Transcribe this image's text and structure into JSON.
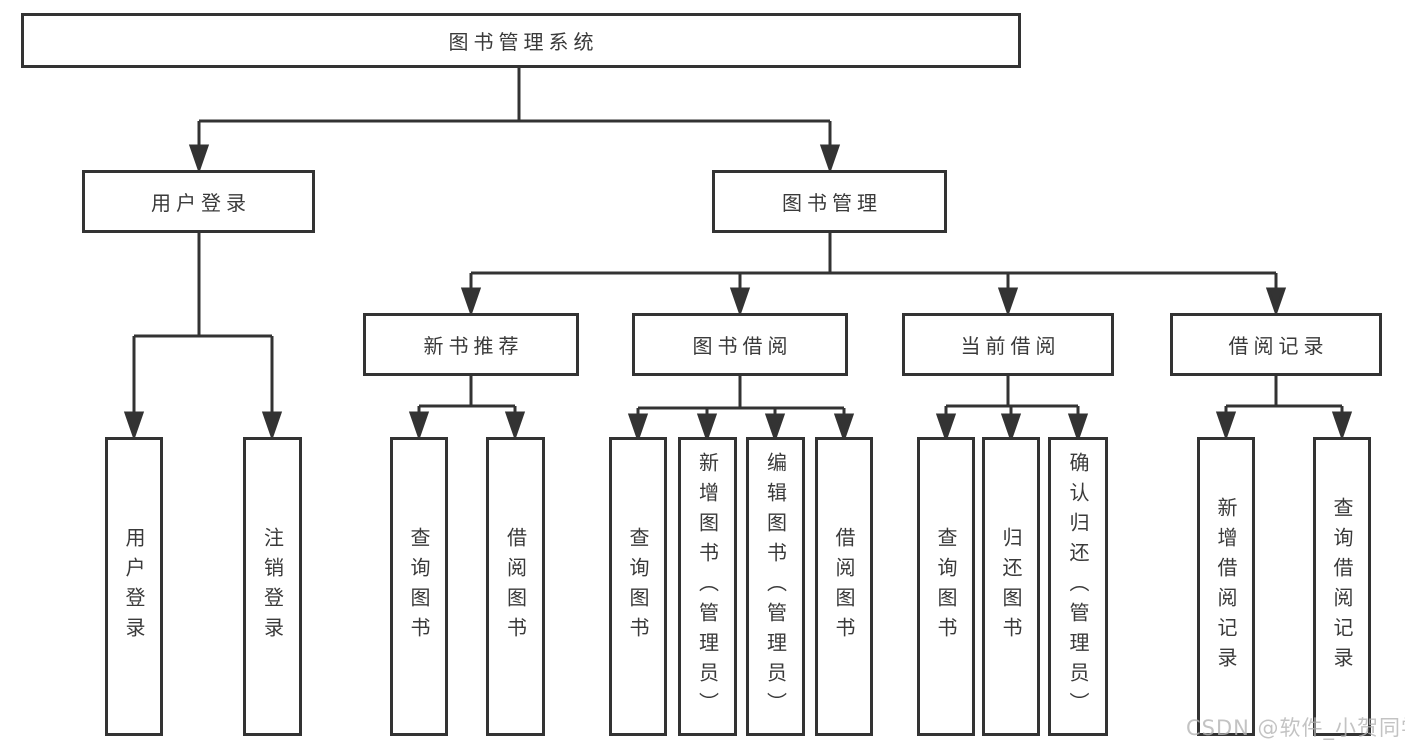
{
  "diagram_title": "图书管理系统",
  "nodes": {
    "root": {
      "label": "图书管理系统"
    },
    "user_login": {
      "label": "用户登录"
    },
    "book_management": {
      "label": "图书管理"
    },
    "new_book_recommend": {
      "label": "新书推荐"
    },
    "book_borrowing": {
      "label": "图书借阅"
    },
    "current_borrowing": {
      "label": "当前借阅"
    },
    "borrowing_records": {
      "label": "借阅记录"
    },
    "leaves": {
      "login": {
        "label": "用户登录"
      },
      "logout": {
        "label": "注销登录"
      },
      "rec_query_book": {
        "label": "查询图书"
      },
      "rec_borrow_book": {
        "label": "借阅图书"
      },
      "bor_query_book": {
        "label": "查询图书"
      },
      "bor_add_book": {
        "label": "新增图书（管理员）"
      },
      "bor_edit_book": {
        "label": "编辑图书（管理员）"
      },
      "bor_borrow_book": {
        "label": "借阅图书"
      },
      "cur_query_book": {
        "label": "查询图书"
      },
      "cur_return_book": {
        "label": "归还图书"
      },
      "cur_confirm_return": {
        "label": "确认归还（管理员）"
      },
      "hist_add_record": {
        "label": "新增借阅记录"
      },
      "hist_query_record": {
        "label": "查询借阅记录"
      }
    }
  },
  "hierarchy": {
    "图书管理系统": {
      "用户登录": [
        "用户登录",
        "注销登录"
      ],
      "图书管理": {
        "新书推荐": [
          "查询图书",
          "借阅图书"
        ],
        "图书借阅": [
          "查询图书",
          "新增图书（管理员）",
          "编辑图书（管理员）",
          "借阅图书"
        ],
        "当前借阅": [
          "查询图书",
          "归还图书",
          "确认归还（管理员）"
        ],
        "借阅记录": [
          "新增借阅记录",
          "查询借阅记录"
        ]
      }
    }
  },
  "watermark": {
    "text": "CSDN @软件_小贺同学"
  },
  "colors": {
    "line": "#333333",
    "box_border": "#333333",
    "box_fill": "#ffffff",
    "text": "#3a3a3a",
    "background": "#ffffff",
    "watermark": "#b5b5b5"
  }
}
